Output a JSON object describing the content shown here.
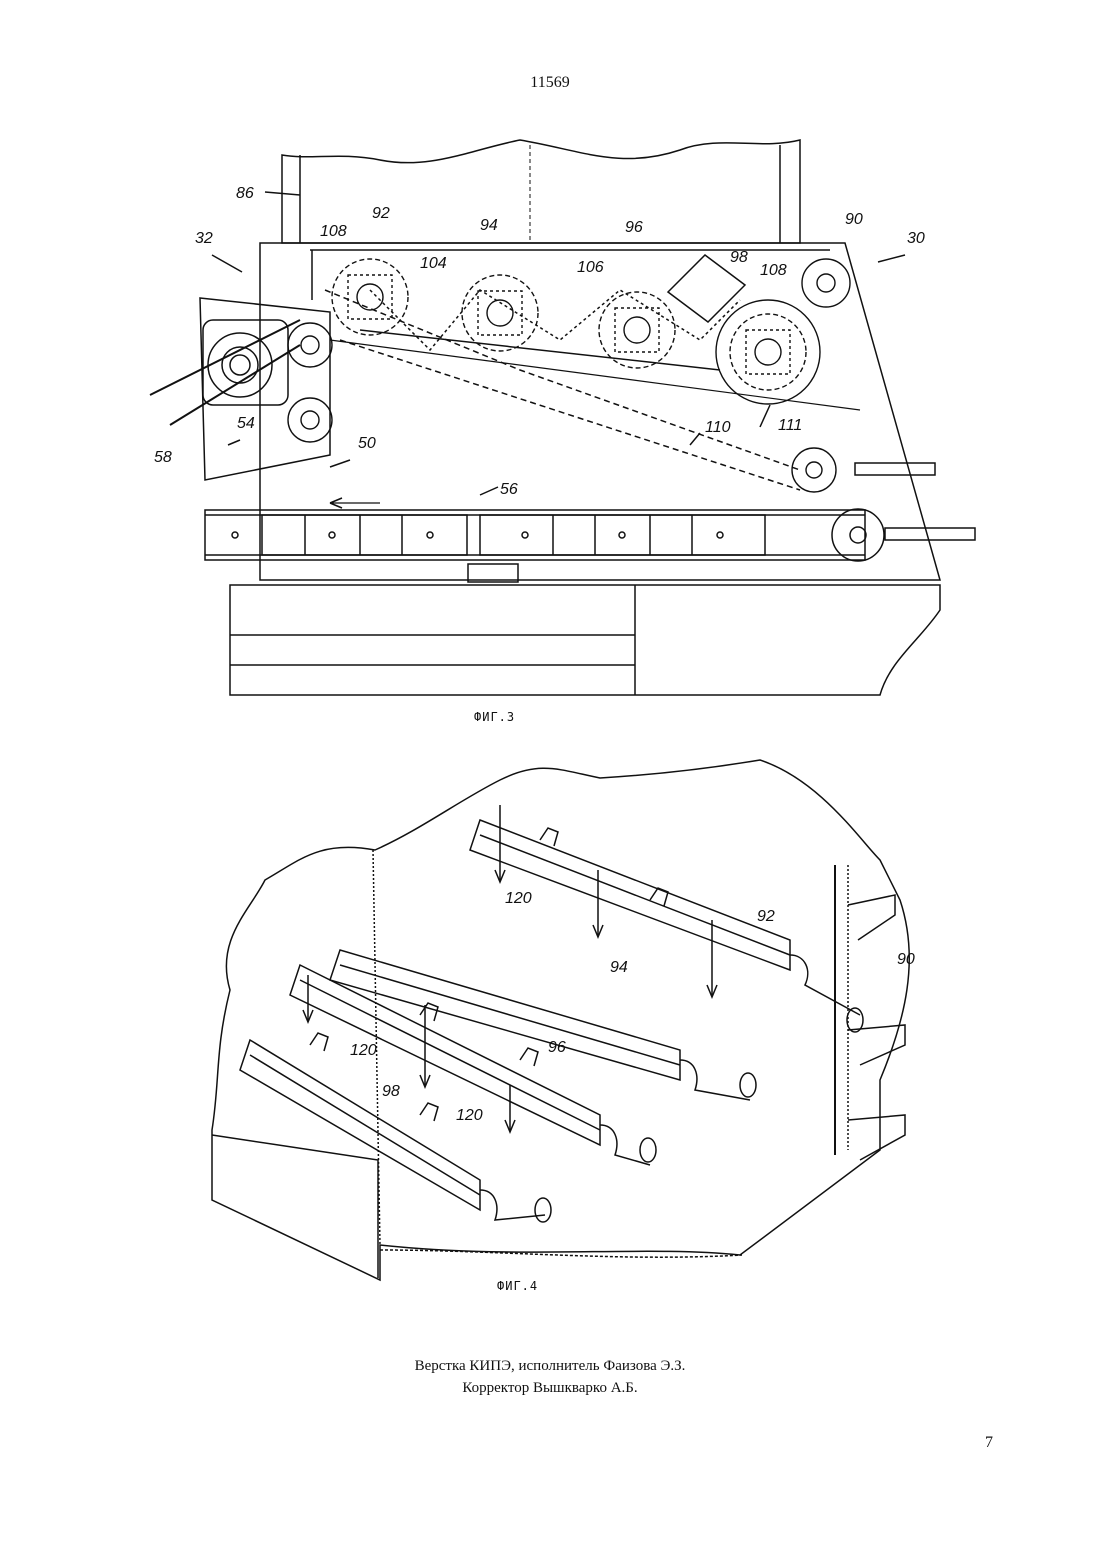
{
  "header": {
    "patent_number": "11569"
  },
  "figure3": {
    "caption": "ФИГ.3",
    "labels": {
      "l86": "86",
      "l32": "32",
      "l30": "30",
      "l108a": "108",
      "l92": "92",
      "l94": "94",
      "l96": "96",
      "l104": "104",
      "l106": "106",
      "l98": "98",
      "l108b": "108",
      "l90": "90",
      "l110": "110",
      "l111": "111",
      "l54": "54",
      "l50": "50",
      "l58": "58",
      "l56": "56"
    }
  },
  "figure4": {
    "caption": "ФИГ.4",
    "labels": {
      "l92": "92",
      "l94": "94",
      "l96": "96",
      "l98": "98",
      "l90": "90",
      "l120a": "120",
      "l120b": "120",
      "l120c": "120"
    }
  },
  "footer": {
    "credits_line1": "Верстка КИПЭ, исполнитель Фаизова Э.З.",
    "credits_line2": "Корректор Вышкварко А.Б.",
    "page_number": "7"
  }
}
